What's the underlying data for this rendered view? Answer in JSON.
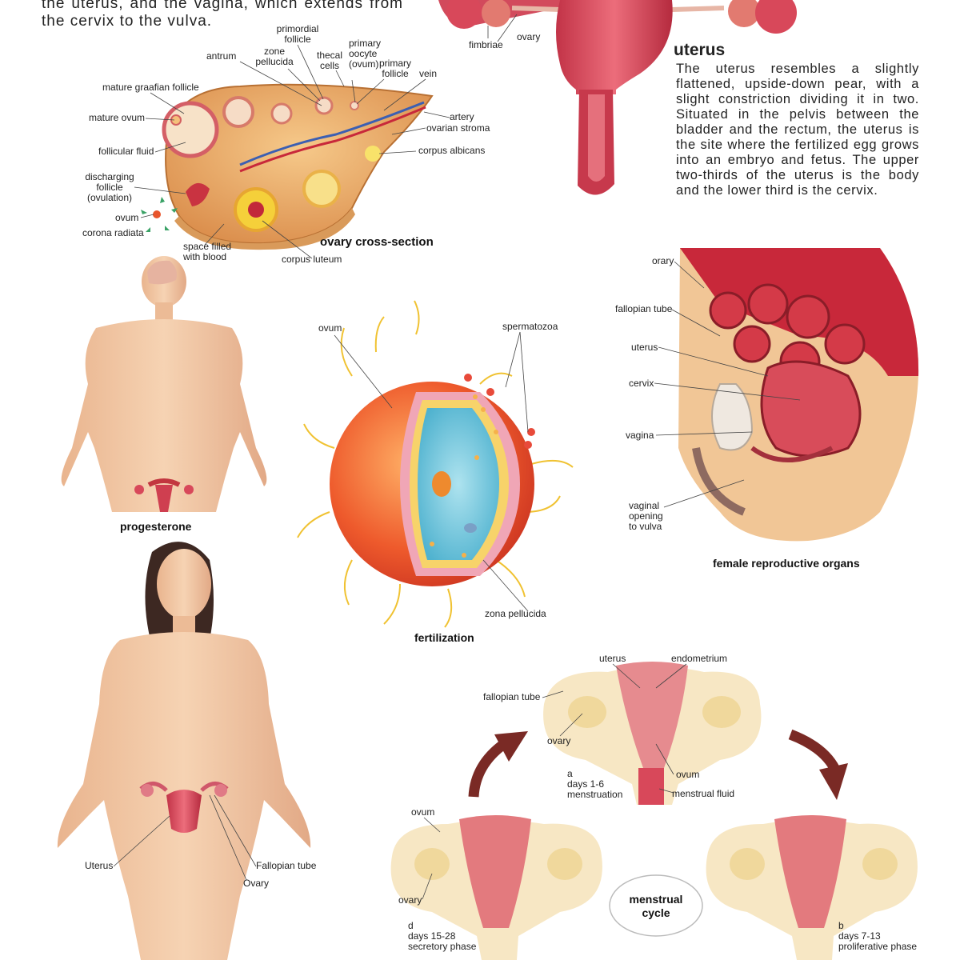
{
  "intro": {
    "line1": "the uterus, and the vagina, which extends from",
    "line2": "the cervix to the vulva."
  },
  "uterus_panel": {
    "title": "uterus",
    "lines": [
      "The uterus resembles a slightly",
      "flattened, upside-down pear, with a",
      "slight constriction dividing it in two.",
      "Situated in the pelvis between the",
      "bladder and the rectum, the uterus is",
      "the site where the fertilized egg grows",
      "into an embryo and fetus. The upper",
      "two-thirds of the uterus is the body",
      "and the lower third is the cervix."
    ],
    "labels": {
      "fimbriae": "fimbriae",
      "ovary": "ovary"
    }
  },
  "ovary_section": {
    "caption": "ovary cross-section",
    "labels": {
      "primordial_follicle": "primordial follicle",
      "zone_pellucida": "zone pellucida",
      "antrum": "antrum",
      "thecal_cells": "thecal cells",
      "primary_oocyte": "primary oocyte (ovum)",
      "primary_follicle": "primary follicle",
      "vein": "vein",
      "mature_graafian_follicle": "mature graafian follicle",
      "mature_ovum": "mature ovum",
      "artery": "artery",
      "ovarian_stroma": "ovarian stroma",
      "follicular_fluid": "follicular fluid",
      "corpus_albicans": "corpus albicans",
      "discharging_follicle": "discharging follicle (ovulation)",
      "ovum": "ovum",
      "corona_radiata": "corona radiata",
      "space_filled_with_blood": "space filled with blood",
      "corpus_luteum": "corpus luteum"
    }
  },
  "figure_small": {
    "caption": "progesterone"
  },
  "figure_large": {
    "labels": {
      "uterus": "Uterus",
      "fallopian_tube": "Fallopian tube",
      "ovary": "Ovary"
    }
  },
  "fertilization": {
    "caption": "fertilization",
    "labels": {
      "ovum": "ovum",
      "spermatozoa": "spermatozoa",
      "zona_pellucida": "zona pellucida"
    }
  },
  "organs": {
    "caption": "female reproductive organs",
    "labels": {
      "orary": "orary",
      "fallopian_tube": "fallopian tube",
      "uterus": "uterus",
      "cervix": "cervix",
      "vagina": "vagina",
      "vaginal_opening": "vaginal opening to vulva"
    }
  },
  "menstrual": {
    "center": "menstrual cycle",
    "stage_a": {
      "letter": "a",
      "days": "days 1-6",
      "phase": "menstruation"
    },
    "stage_b": {
      "letter": "b",
      "days": "days 7-13",
      "phase": "proliferative phase"
    },
    "stage_d": {
      "letter": "d",
      "days": "days 15-28",
      "phase": "secretory phase"
    },
    "labels": {
      "uterus": "uterus",
      "endometrium": "endometrium",
      "fallopian_tube": "fallopian tube",
      "ovary": "ovary",
      "ovum": "ovum",
      "menstrual_fluid": "menstrual fluid"
    }
  },
  "colors": {
    "skin": "#f3c9a3",
    "uterus_red": "#d8485a",
    "ovary_orange": "#e6a25a",
    "ovum_red": "#e8452a",
    "cytoplasm_blue": "#7fcbe0",
    "arrow_brown": "#7a2a25"
  }
}
